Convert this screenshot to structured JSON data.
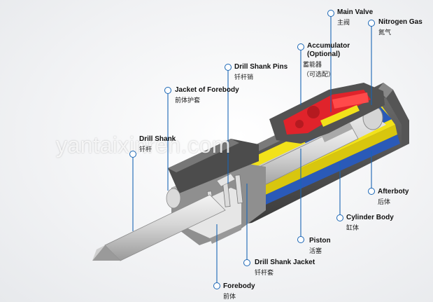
{
  "labels": {
    "main_valve": {
      "en": "Main Valve",
      "cn": "主阀"
    },
    "nitrogen_gas": {
      "en": "Nitrogen Gas",
      "cn": "氮气"
    },
    "accumulator": {
      "en": "Accumulator",
      "en2": "(Optional)",
      "cn": "蓄能器",
      "cn2": "（可选配）"
    },
    "drill_shank_pins": {
      "en": "Drill Shank Pins",
      "cn": "钎杆销"
    },
    "jacket_of_forebody": {
      "en": "Jacket of Forebody",
      "cn": "前体护套"
    },
    "drill_shank": {
      "en": "Drill Shank",
      "cn": "钎杆"
    },
    "afterboty": {
      "en": "Afterboty",
      "cn": "后体"
    },
    "cylinder_body": {
      "en": "Cylinder Body",
      "cn": "缸体"
    },
    "piston": {
      "en": "Piston",
      "cn": "活塞"
    },
    "drill_shank_jacket": {
      "en": "Drill Shank Jacket",
      "cn": "钎杆套"
    },
    "forebody": {
      "en": "Forebody",
      "cn": "前体"
    }
  },
  "watermark": "yantaixinren.com",
  "colors": {
    "leader": "#1a66b5",
    "body_dark": "#4a4a4a",
    "body_light": "#c9c9c9",
    "yellow": "#f2e21a",
    "blue": "#2a5ab8",
    "red": "#e0232b"
  }
}
